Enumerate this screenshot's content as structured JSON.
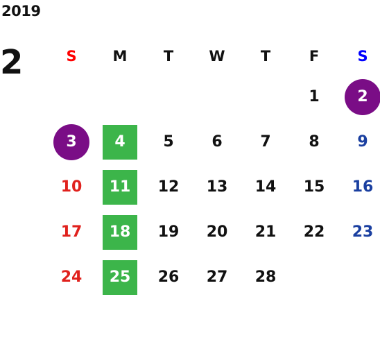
{
  "calendar": {
    "year": "2019",
    "month": "2",
    "weekdays": [
      "S",
      "M",
      "T",
      "W",
      "T",
      "F",
      "S"
    ],
    "colors": {
      "sunday": "#e0211d",
      "saturday": "#1a3fa0",
      "header_sunday": "#ff0000",
      "header_saturday": "#0000ff",
      "weekday": "#111111",
      "highlight_green": "#3cb54a",
      "highlight_purple": "#7a0d86"
    },
    "weeks": [
      [
        {
          "label": ""
        },
        {
          "label": ""
        },
        {
          "label": ""
        },
        {
          "label": ""
        },
        {
          "label": ""
        },
        {
          "label": "1"
        },
        {
          "label": "2",
          "highlight": "purple"
        }
      ],
      [
        {
          "label": "3",
          "highlight": "purple"
        },
        {
          "label": "4",
          "highlight": "green"
        },
        {
          "label": "5"
        },
        {
          "label": "6"
        },
        {
          "label": "7"
        },
        {
          "label": "8"
        },
        {
          "label": "9"
        }
      ],
      [
        {
          "label": "10"
        },
        {
          "label": "11",
          "highlight": "green"
        },
        {
          "label": "12"
        },
        {
          "label": "13"
        },
        {
          "label": "14"
        },
        {
          "label": "15"
        },
        {
          "label": "16"
        }
      ],
      [
        {
          "label": "17"
        },
        {
          "label": "18",
          "highlight": "green"
        },
        {
          "label": "19"
        },
        {
          "label": "20"
        },
        {
          "label": "21"
        },
        {
          "label": "22"
        },
        {
          "label": "23"
        }
      ],
      [
        {
          "label": "24"
        },
        {
          "label": "25",
          "highlight": "green"
        },
        {
          "label": "26"
        },
        {
          "label": "27"
        },
        {
          "label": "28"
        },
        {
          "label": ""
        },
        {
          "label": ""
        }
      ]
    ]
  }
}
